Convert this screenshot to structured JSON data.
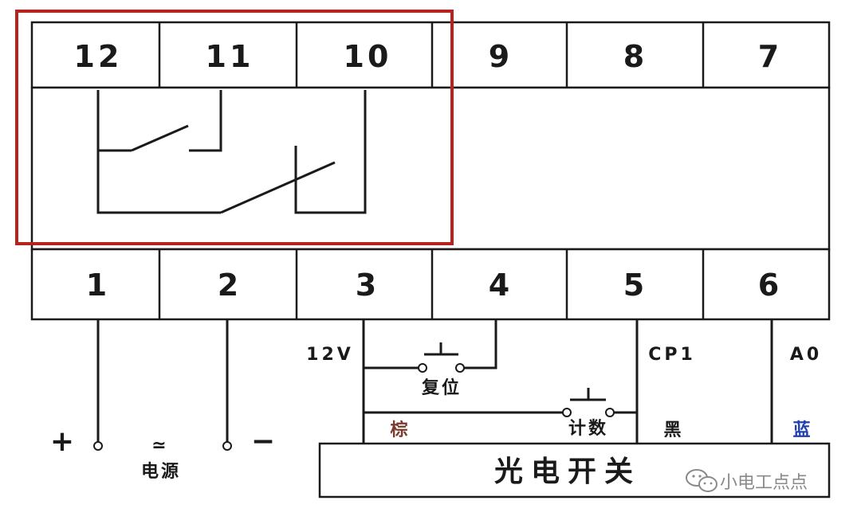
{
  "top_terminals": [
    "12",
    "11",
    "10",
    "9",
    "8",
    "7"
  ],
  "bottom_terminals": [
    "1",
    "2",
    "3",
    "4",
    "5",
    "6"
  ],
  "labels": {
    "v12": "12V",
    "cp1": "CP1",
    "a0": "A0",
    "reset": "复位",
    "count": "计数",
    "brown": "棕",
    "black": "黑",
    "blue": "蓝",
    "plus": "+",
    "minus": "−",
    "ac_dc": "≃",
    "power": "电源",
    "photo_switch": "光电开关"
  },
  "watermark": "小电工点点",
  "colors": {
    "highlight": "#b5231c",
    "brown": "#7a3b2e",
    "blue": "#1f3fb0",
    "line": "#1a1a1a"
  }
}
